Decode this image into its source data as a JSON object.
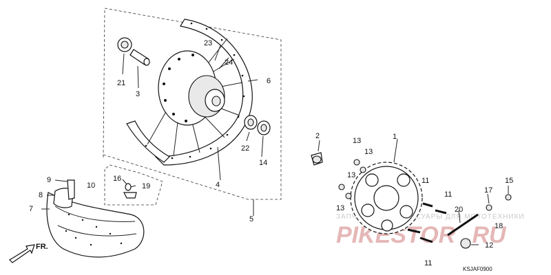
{
  "diagram": {
    "callouts": [
      "1",
      "2",
      "3",
      "4",
      "5",
      "6",
      "7",
      "8",
      "9",
      "10",
      "11",
      "11",
      "11",
      "12",
      "13",
      "13",
      "13",
      "13",
      "14",
      "15",
      "16",
      "17",
      "18",
      "19",
      "20",
      "21",
      "22",
      "23",
      "24"
    ],
    "direction_label": "FR.",
    "figure_code": "KSJAF0900"
  },
  "watermark": {
    "line1": "ЗАПЧАСТИ И АКСЕССУАРЫ ДЛЯ МОТОТЕХНИКИ",
    "line2_red": "PIKESTOR",
    "line2_suffix": ".RU"
  },
  "colors": {
    "lines": "#222222",
    "watermark_red": "#e5b7b7",
    "watermark_gray": "#c9c9c9"
  }
}
